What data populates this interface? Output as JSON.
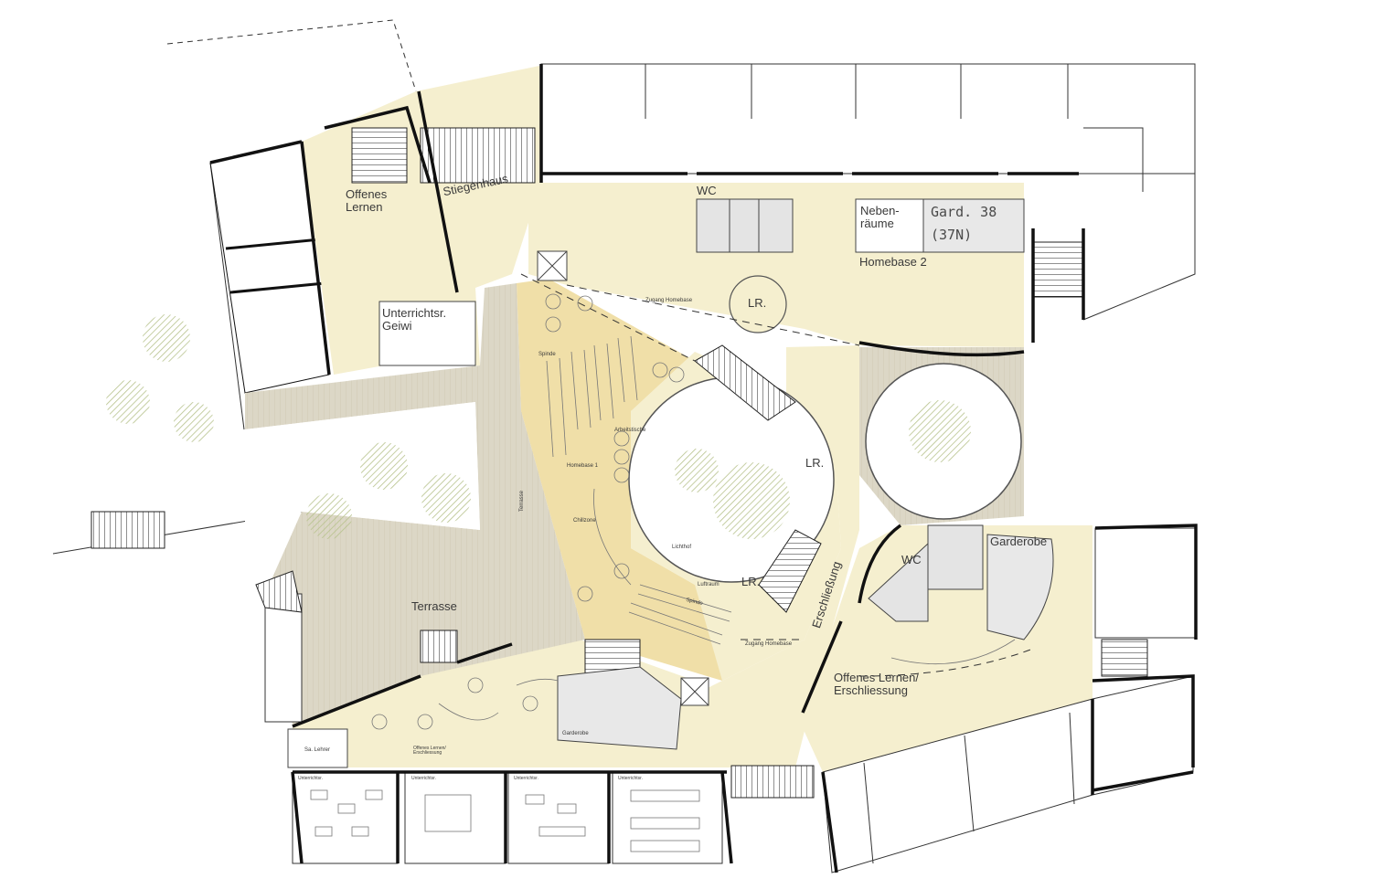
{
  "labels": {
    "offenes_lernen_top": "Offenes Lernen",
    "stiegenhaus": "Stiegenhaus",
    "unterrichtsr_geiwi": "Unterrichtsr. Geiwi",
    "wc_top": "WC",
    "nebenraeume": "Neben- räume",
    "gard_38": "Gard. 38",
    "gard_37n": "(37N)",
    "homebase_2": "Homebase 2",
    "lr_top": "LR.",
    "zugang_homebase_top": "Zugang Homebase",
    "spinde_left": "Spinde",
    "arbeitstische": "Arbeitstische",
    "homebase_1": "Homebase 1",
    "terrasse_small": "Terrasse",
    "chillzone": "Chillzone",
    "lichthof": "Lichthof",
    "luftraum": "Luftraum",
    "lr_right": "LR.",
    "lr_bottom": "LR.",
    "spinde_bottom": "Spinde",
    "zugang_homebase_bottom": "Zugang Homebase",
    "erschliessung": "Erschließung",
    "wc_right": "WC",
    "garderobe_right": "Garderobe",
    "offenes_lernen_erschliessung": "Offenes Lernen/ Erschliessung",
    "terrasse_big": "Terrasse",
    "sa_lehrer": "Sa. Lehrer",
    "offenes_lernen_erschliessung_small": "Offenes Lernen/ Erschliessung",
    "garderobe_bottom": "Garderobe",
    "unterrichtsr_1": "Unterrichtsr.",
    "unterrichtsr_2": "Unterrichtsr.",
    "unterrichtsr_3": "Unterrichtsr.",
    "unterrichtsr_4": "Unterrichtsr."
  },
  "colors": {
    "floor_cream": "#f5efcf",
    "floor_warm": "#f0dfa8",
    "deck": "#dcd7c6",
    "wall": "#111111",
    "tree": "#c9d2a6",
    "void": "#ffffff"
  },
  "icons": [
    "tree-symbol-icon",
    "stair-icon",
    "shaft-cross-icon",
    "toilet-icon"
  ]
}
